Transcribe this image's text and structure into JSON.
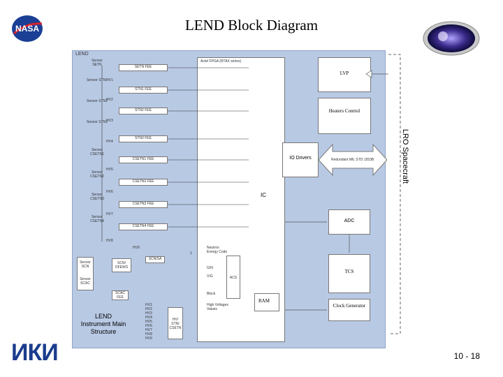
{
  "slide": {
    "title": "LEND Block Diagram",
    "page_number": "10 - 18"
  },
  "logos": {
    "left": "NASA",
    "bottom": "ИКИ"
  },
  "diagram": {
    "frame_label": "LEND",
    "fpga_label": "Actel FPGA (RTAX series)",
    "ic_label": "IC",
    "ram_label": "RAM",
    "io_drivers_label": "IO Drivers",
    "bus_label": "Redundant MIL STD 1553B",
    "spacecraft_label": "LRO Spacecraft",
    "right_modules": {
      "lvp": "LVP",
      "heaters": "Heaters Control",
      "adc": "ADC",
      "tcs": "TCS",
      "clock": "Clock Generator"
    },
    "sensors": [
      {
        "label": "Sensor SETN",
        "hv": "HV1",
        "fee": "SETN FEE"
      },
      {
        "label": "Sensor STN1",
        "hv": "HV2",
        "fee": "STN1 FEE"
      },
      {
        "label": "Sensor STN2",
        "hv": "HV3",
        "fee": "STN2 FEE"
      },
      {
        "label": "Sensor STN3",
        "hv": "HV4",
        "fee": "STN3 FEE"
      },
      {
        "label": "Sensor CSETN1",
        "hv": "HV5",
        "fee": "CSETN1 FEE"
      },
      {
        "label": "Sensor CSETN2",
        "hv": "HV6",
        "fee": "CSETN2 FEE"
      },
      {
        "label": "Sensor CSETN3",
        "hv": "HV7",
        "fee": "CSETN3 FEE"
      },
      {
        "label": "Sensor CSETN4",
        "hv": "HV8",
        "fee": "CSETN4 FEE"
      }
    ],
    "hv9": "HV9",
    "lower": {
      "scn_fee": "SCN/ DFEWS",
      "scn_sa": "SCN/SA",
      "scn_sensor_a": "Sensor SCN",
      "scn_sensor_b": "Sensor SCAC",
      "scac_fee": "SCAC FEE",
      "gn": "G/N",
      "vg": "V/G",
      "block": "Block",
      "acs": "ACS",
      "neutron_energy": "Neutron Energy Code",
      "hv_values": "High Voltages Values",
      "hv_list": [
        "HV1",
        "HV2",
        "HV3",
        "HV4",
        "HV5",
        "HV6",
        "HV7",
        "HV8",
        "HV9"
      ],
      "hv_stn_box": "HV/ STN/ CSETN",
      "one": "1"
    },
    "structure_label": "LEND Instrument Main Structure"
  }
}
